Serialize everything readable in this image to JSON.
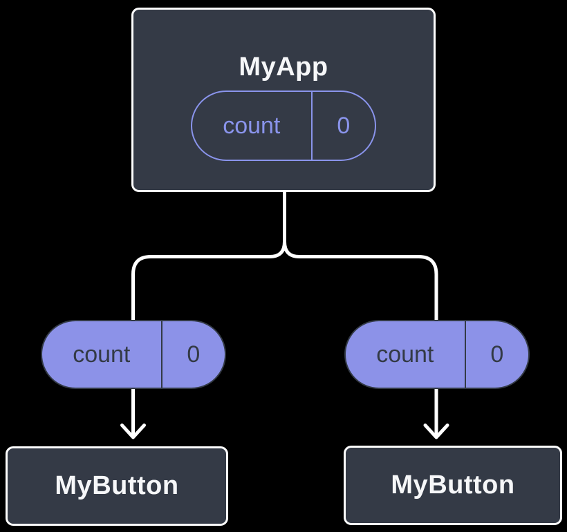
{
  "colors": {
    "background_color": "#000000",
    "box_fill": "#343A46",
    "box_border": "#FFFFFF",
    "title_text": "#F6F7F9",
    "state_accent": "#8A94EC",
    "prop_pill_fill": "#8C92E8",
    "prop_pill_text": "#333A45",
    "connector": "#FFFFFF"
  },
  "tree": {
    "root": {
      "title": "MyApp",
      "state_pill": {
        "name": "count",
        "value": "0"
      }
    },
    "branches": [
      {
        "prop_pill": {
          "name": "count",
          "value": "0"
        },
        "child": {
          "title": "MyButton"
        }
      },
      {
        "prop_pill": {
          "name": "count",
          "value": "0"
        },
        "child": {
          "title": "MyButton"
        }
      }
    ]
  }
}
